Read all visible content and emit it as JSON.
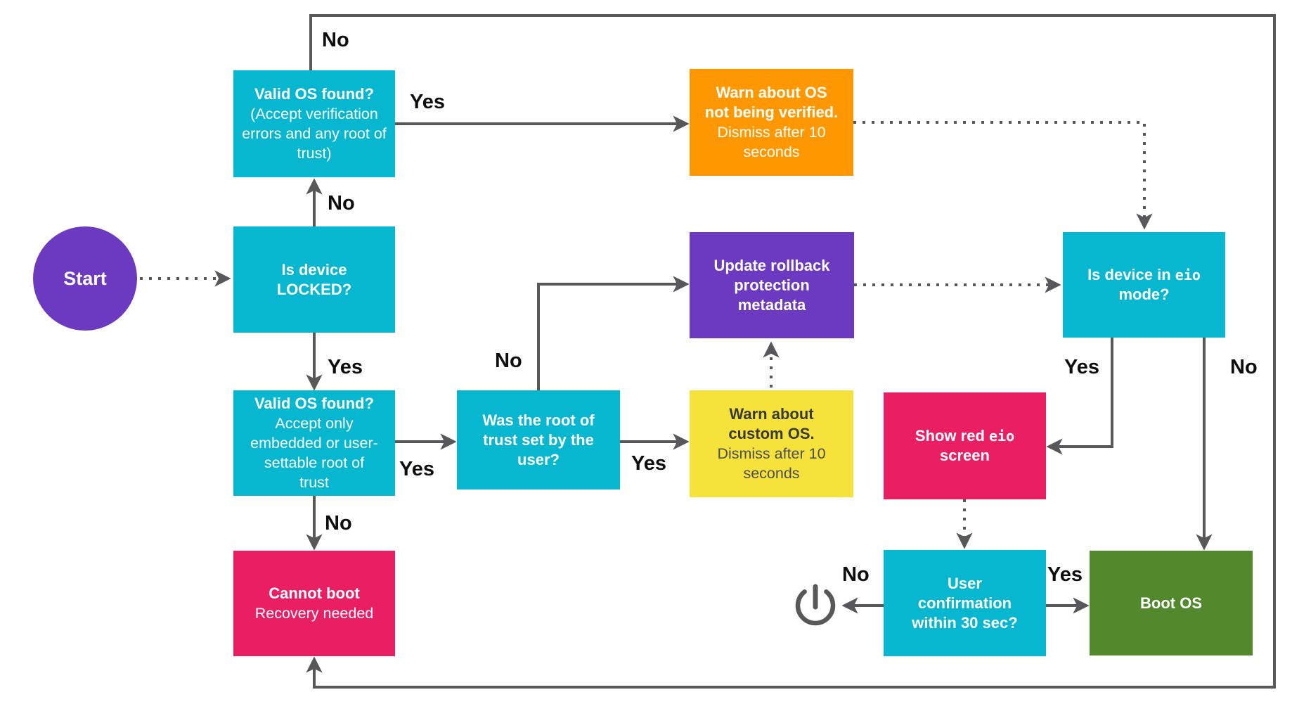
{
  "colors": {
    "cyan": "#06B7CF",
    "purple": "#6B3AC0",
    "orange": "#FF9800",
    "yellow": "#F5E23B",
    "pink": "#E91E63",
    "green": "#52892C",
    "line": "#58585B"
  },
  "labels": {
    "yes": "Yes",
    "no": "No"
  },
  "icons": {
    "power": "power-icon"
  },
  "nodes": {
    "start": {
      "label": "Start"
    },
    "valid_os_any": {
      "title": "Valid OS found?",
      "subtitle": "(Accept verification errors and any root of trust)"
    },
    "warn_unverified": {
      "title": "Warn about OS not being verified.",
      "subtitle": "Dismiss after 10 seconds"
    },
    "is_locked": {
      "title": "Is device LOCKED?"
    },
    "update_rollback": {
      "title": "Update rollback protection metadata"
    },
    "is_eio_mode": {
      "pre": "Is device in ",
      "mono": "eio",
      "post": " mode?"
    },
    "valid_os_strict": {
      "title": "Valid OS found?",
      "subtitle": "Accept only embedded or user-settable root of trust"
    },
    "root_of_trust_user": {
      "title": "Was the root of trust set by the user?"
    },
    "warn_custom": {
      "title": "Warn about custom OS.",
      "subtitle": "Dismiss after 10 seconds"
    },
    "show_eio_screen": {
      "pre": "Show red ",
      "mono": "eio",
      "post": " screen"
    },
    "cannot_boot": {
      "title": "Cannot boot",
      "subtitle": "Recovery needed"
    },
    "user_confirmation": {
      "title": "User confirmation within 30 sec?"
    },
    "boot_os": {
      "title": "Boot OS"
    }
  }
}
